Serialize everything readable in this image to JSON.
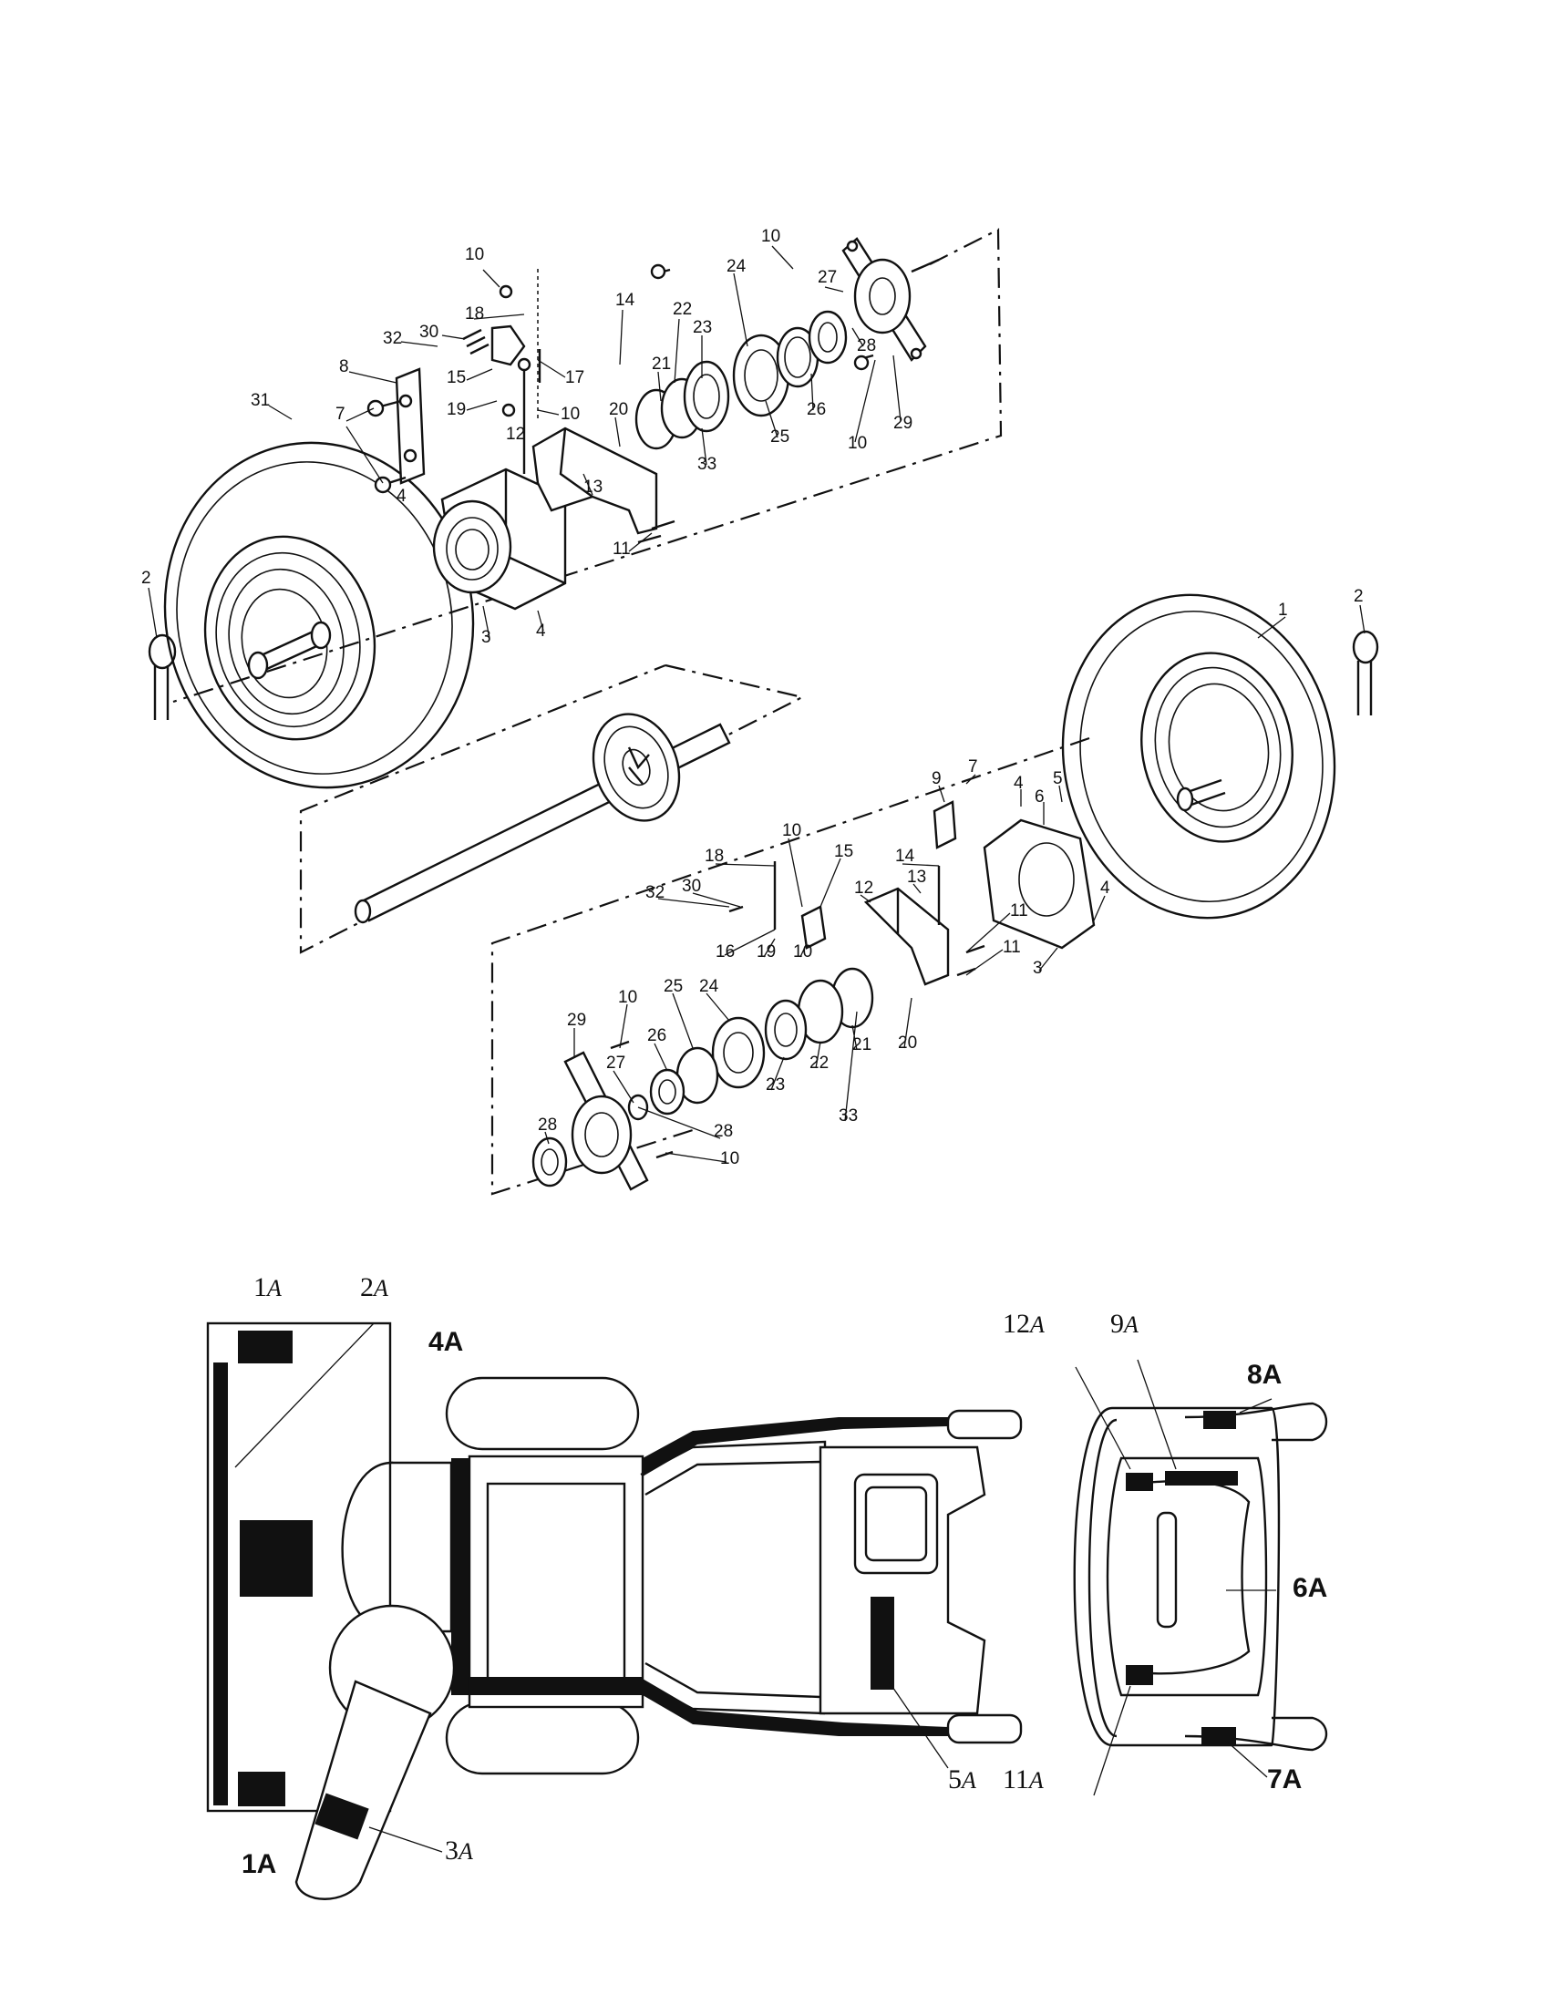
{
  "parts_diagram": {
    "callouts_top": [
      "10",
      "18",
      "30",
      "32",
      "8",
      "15",
      "17",
      "19",
      "10",
      "31",
      "7",
      "12",
      "4",
      "14",
      "22",
      "23",
      "21",
      "20",
      "13",
      "11",
      "33",
      "24",
      "10",
      "27",
      "28",
      "26",
      "25",
      "10",
      "29",
      "2",
      "3",
      "4"
    ],
    "callouts_bottom": [
      "1",
      "2",
      "9",
      "7",
      "4",
      "6",
      "5",
      "10",
      "15",
      "18",
      "14",
      "13",
      "12",
      "32",
      "30",
      "16",
      "19",
      "10",
      "25",
      "24",
      "11",
      "11",
      "3",
      "4",
      "29",
      "10",
      "26",
      "27",
      "23",
      "22",
      "21",
      "20",
      "28",
      "28",
      "33",
      "10"
    ]
  },
  "decal_diagram": {
    "labels": {
      "l1a_top": {
        "num": "1",
        "suffix": "A"
      },
      "l2a": {
        "num": "2",
        "suffix": "A"
      },
      "l4a": "4A",
      "l1a_bottom": "1A",
      "l3a": {
        "num": "3",
        "suffix": "A"
      },
      "l5a": {
        "num": "5",
        "suffix": "A"
      },
      "l11a": {
        "num": "11",
        "suffix": "A"
      },
      "l12a": {
        "num": "12",
        "suffix": "A"
      },
      "l9a": {
        "num": "9",
        "suffix": "A"
      },
      "l8a": "8A",
      "l6a": "6A",
      "l7a": "7A"
    }
  }
}
